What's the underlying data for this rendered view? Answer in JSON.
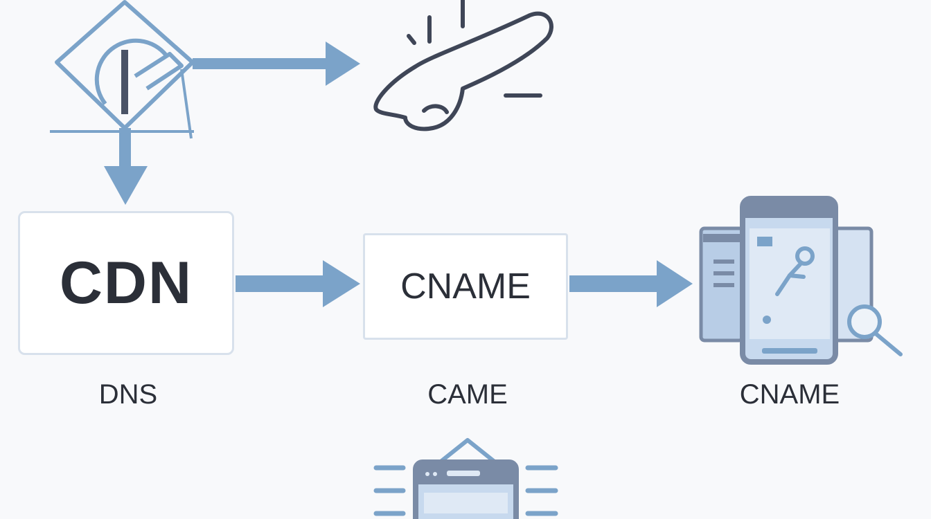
{
  "colors": {
    "arrow": "#7ba3c9",
    "stroke": "#3f4657",
    "box_border": "#d8e1ec",
    "device_dark": "#7a8ba6",
    "device_light": "#b8cde6",
    "text": "#2b2f38"
  },
  "boxes": {
    "cdn_label": "CDN",
    "cname_label": "CNAME"
  },
  "captions": {
    "dns": "DNS",
    "came": "CAME",
    "cname": "CNAME"
  },
  "icons": [
    "road-sign-icon",
    "pointing-hand-icon",
    "mobile-devices-icon",
    "magnifier-icon",
    "browser-window-icon"
  ]
}
